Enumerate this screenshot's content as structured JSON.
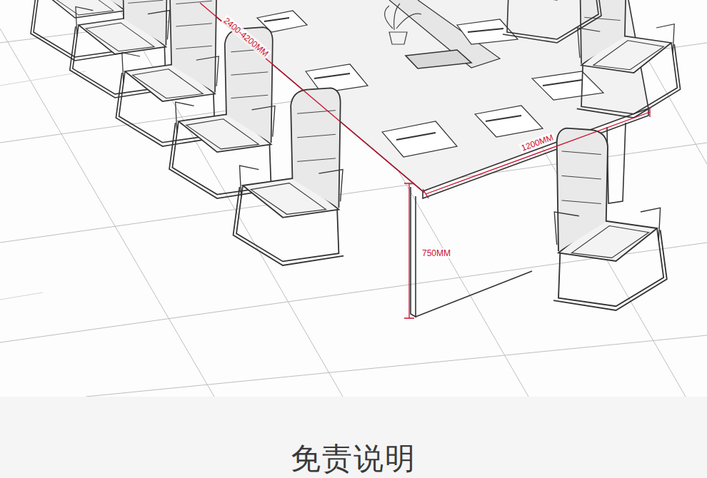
{
  "diagram": {
    "title": "免责说明",
    "labels": [
      "2400-4200MM",
      "1200MM",
      "750MM"
    ]
  }
}
